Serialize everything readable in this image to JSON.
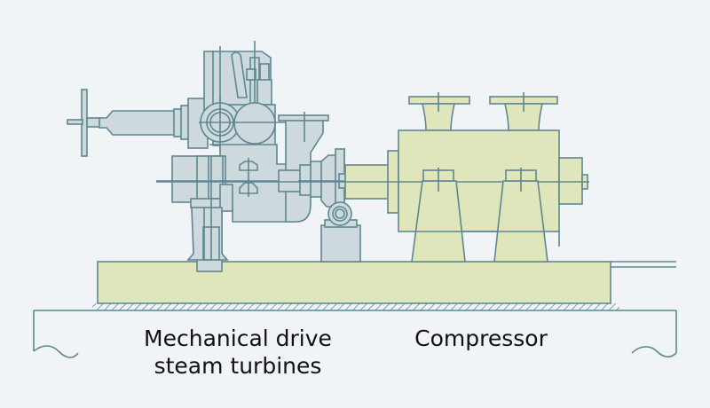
{
  "diagram": {
    "labels": {
      "turbine_line1": "Mechanical drive",
      "turbine_line2": "steam turbines",
      "compressor": "Compressor"
    },
    "colors": {
      "background": "#f0f4f7",
      "turbine_fill": "#ced9de",
      "compressor_fill": "#dfe6bb",
      "outline": "#5e8791",
      "text": "#111111"
    }
  }
}
